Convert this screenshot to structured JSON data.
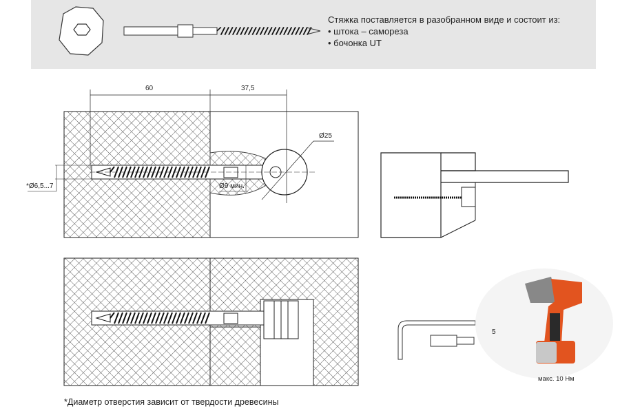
{
  "intro": {
    "title": "Стяжка поставляется в разобранном виде и состоит из:",
    "items": [
      "• штока – самореза",
      "• бочонка UT"
    ]
  },
  "dimensions": {
    "length_screw": "60",
    "offset_barrel": "37,5",
    "barrel_diameter": "Ø25",
    "hole_min": "Ø9 мин.",
    "pilot_hole": "*Ø6,5...7"
  },
  "tools": {
    "hex_size": "5",
    "torque": "макс. 10 Нм"
  },
  "footnote": "*Диаметр отверстия зависит от твердости древесины",
  "colors": {
    "band": "#e6e6e6",
    "drill_orange": "#e2541f",
    "drill_black": "#2a2a2a",
    "battery_gray": "#c8c8c8"
  }
}
